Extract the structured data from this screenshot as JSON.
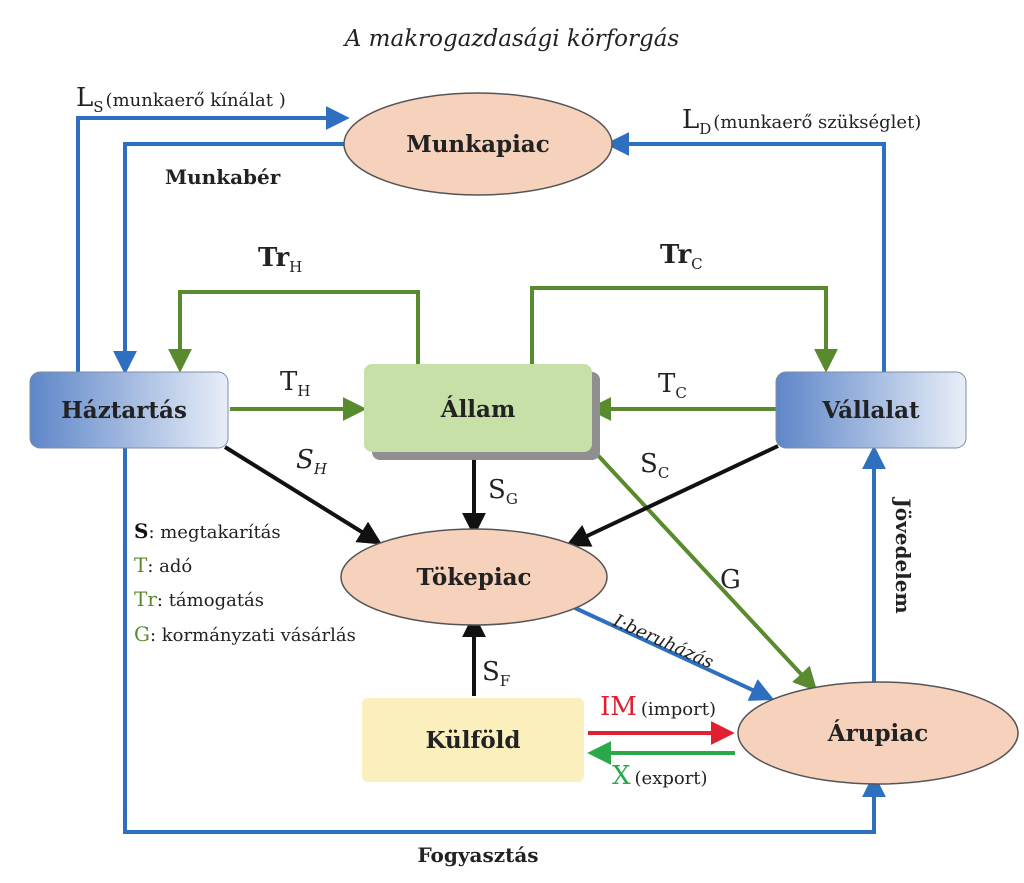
{
  "title": "A makrogazdasági körforgás",
  "nodes": {
    "munkapiac": "Munkapiac",
    "haztartas": "Háztartás",
    "allam": "Állam",
    "vallalat": "Vállalat",
    "tokepiac": "Tökepiac",
    "kulfold": "Külföld",
    "arupiac": "Árupiac"
  },
  "flows": {
    "ls_symbol": "L",
    "ls_sub": "S",
    "ls_text": "(munkaerő kínálat )",
    "ld_symbol": "L",
    "ld_sub": "D",
    "ld_text": "(munkaerő szükséglet)",
    "munkaber": "Munkabér",
    "trh_symbol": "Tr",
    "trh_sub": "H",
    "trc_symbol": "Tr",
    "trc_sub": "C",
    "th_symbol": "T",
    "th_sub": "H",
    "tc_symbol": "T",
    "tc_sub": "C",
    "sh_symbol": "S",
    "sh_sub": "H",
    "sg_symbol": "S",
    "sg_sub": "G",
    "sc_symbol": "S",
    "sc_sub": "C",
    "sf_symbol": "S",
    "sf_sub": "F",
    "g": "G",
    "beruhazas": "I:beruházás",
    "jovedelem": "Jövedelem",
    "im_symbol": "IM",
    "im_text": "(import)",
    "x_symbol": "X",
    "x_text": "(export)",
    "fogyasztas": "Fogyasztás"
  },
  "legend": [
    {
      "key": "S",
      "text": ": megtakarítás"
    },
    {
      "key": "T",
      "text": ": adó"
    },
    {
      "key": "Tr",
      "text": ": támogatás"
    },
    {
      "key": "G",
      "text": ": kormányzati vásárlás"
    }
  ],
  "colors": {
    "blue_arrow": "#2f6fc0",
    "green_arrow": "#5a8a2e",
    "black_arrow": "#111111",
    "red_arrow": "#e02030",
    "bright_green_arrow": "#2aa84a",
    "ellipse_fill": "#f6d2bd",
    "allam_fill": "#c6e0a8",
    "kulfold_fill": "#fbefbd"
  }
}
